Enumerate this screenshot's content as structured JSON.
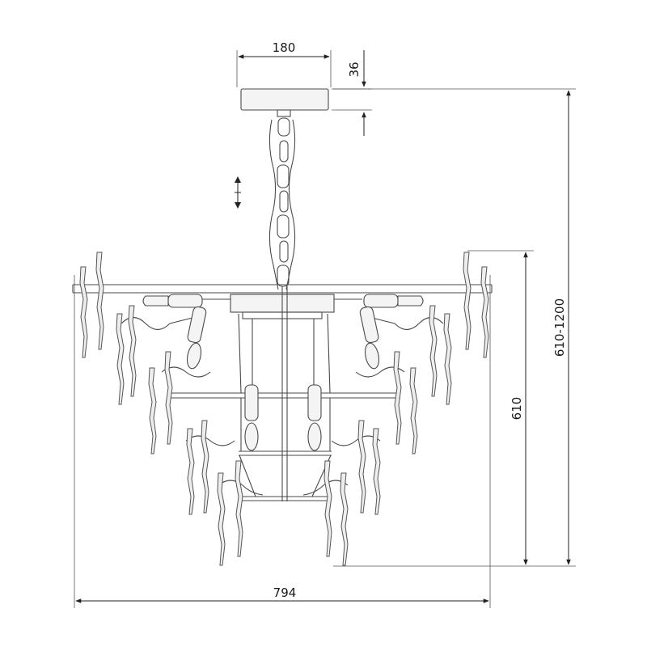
{
  "dimensions": {
    "canopy_width": "180",
    "canopy_height": "36",
    "body_height": "610",
    "total_height": "610-1200",
    "total_width": "794"
  },
  "colors": {
    "line": "#4a4a4a",
    "background": "#ffffff"
  }
}
